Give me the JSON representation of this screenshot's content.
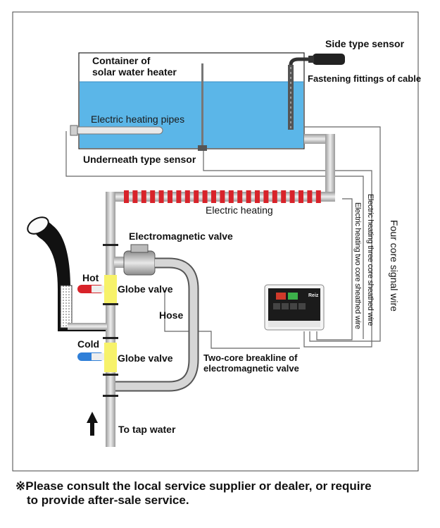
{
  "labels": {
    "container_line1": "Container of",
    "container_line2": "solar water heater",
    "side_sensor": "Side type sensor",
    "fastening": "Fastening fittings of cable",
    "heating_pipes": "Electric heating pipes",
    "underneath_sensor": "Underneath type sensor",
    "electric_heating": "Electric heating",
    "em_valve": "Electromagnetic valve",
    "hot": "Hot",
    "cold": "Cold",
    "globe_valve_1": "Globe valve",
    "globe_valve_2": "Globe valve",
    "hose": "Hose",
    "breakline_line1": "Two-core breakline of",
    "breakline_line2": "electromagnetic valve",
    "tap_water": "To tap water",
    "four_core": "Four core signal wire",
    "three_core": "Electric heating three core sheathed wire",
    "two_core": "Electric heating two core sheathed wire",
    "controller_brand": "Reiz"
  },
  "note": {
    "line1": "※Please consult the local service supplier or dealer, or require",
    "line2": "to provide after-sale service."
  },
  "colors": {
    "water": "#5bb6e8",
    "pipe": "#c9c9c9",
    "heating": "#d8232a",
    "globe_valve": "#f7f26a",
    "hot_handle": "#d8232a",
    "cold_handle": "#2f7fd8"
  }
}
